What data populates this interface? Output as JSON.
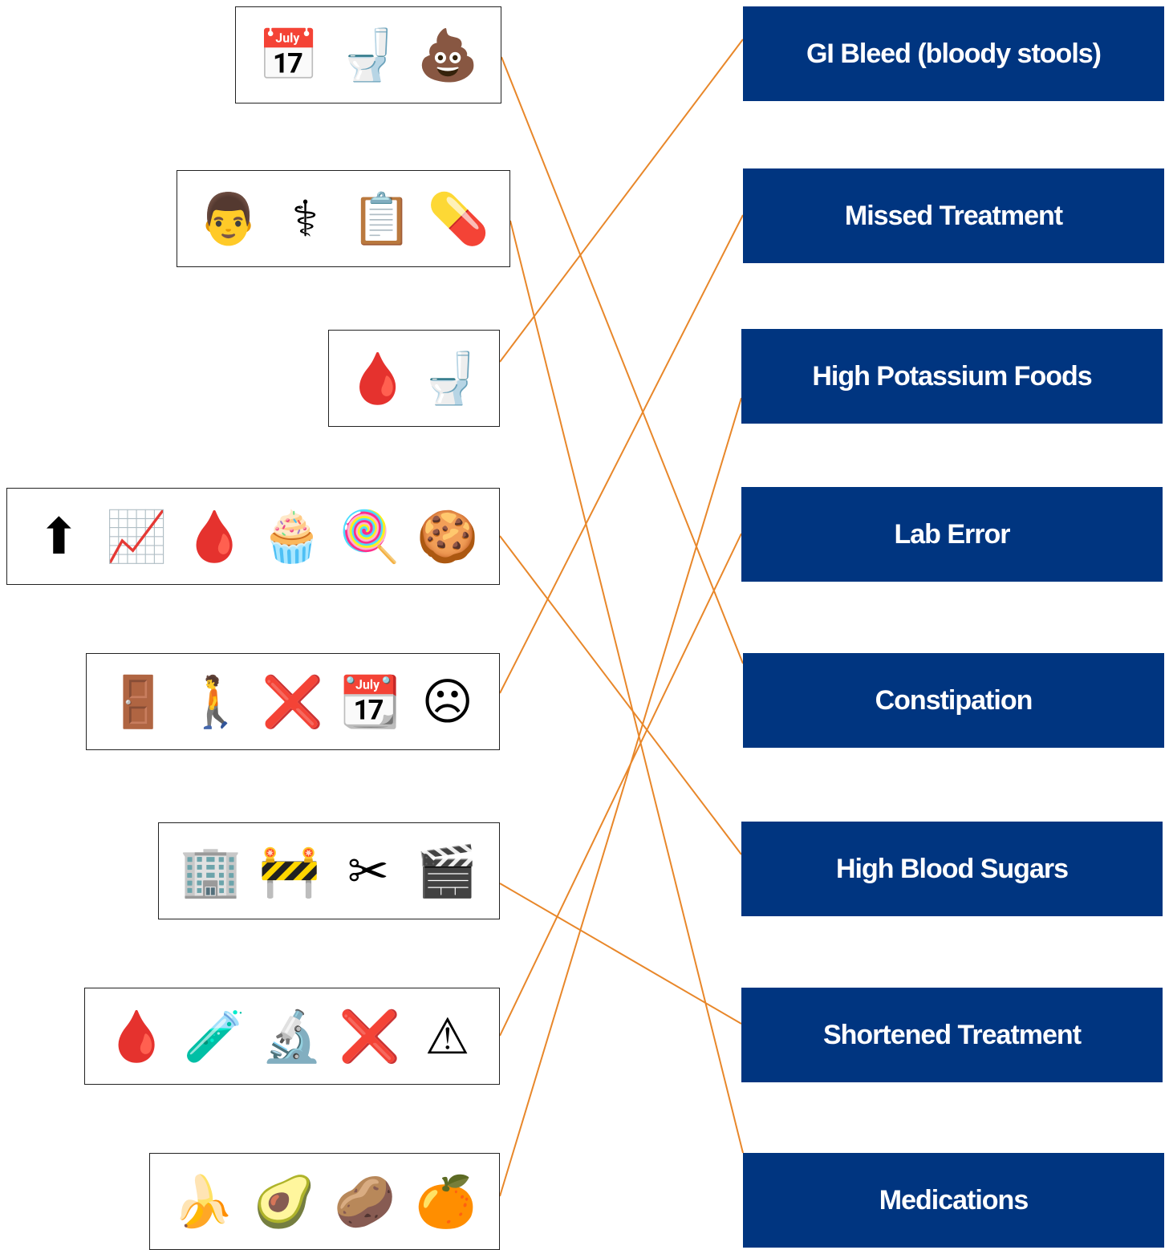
{
  "emoji_groups": [
    {
      "icons": [
        {
          "name": "calendar-icon",
          "glyph": "📅"
        },
        {
          "name": "toilet-icon",
          "glyph": "🚽"
        },
        {
          "name": "poop-icon",
          "glyph": "💩"
        }
      ]
    },
    {
      "icons": [
        {
          "name": "man-face-icon",
          "glyph": "👨"
        },
        {
          "name": "caduceus-icon",
          "glyph": "⚕"
        },
        {
          "name": "medical-clipboard-icon",
          "glyph": "📋"
        },
        {
          "name": "pill-icon",
          "glyph": "💊"
        }
      ]
    },
    {
      "icons": [
        {
          "name": "blood-drop-icon",
          "glyph": "🩸"
        },
        {
          "name": "toilet-icon",
          "glyph": "🚽"
        }
      ]
    },
    {
      "icons": [
        {
          "name": "up-arrow-icon",
          "glyph": "⬆"
        },
        {
          "name": "increasing-chart-icon",
          "glyph": "📈"
        },
        {
          "name": "blood-drop-icon",
          "glyph": "🩸"
        },
        {
          "name": "cupcake-icon",
          "glyph": "🧁"
        },
        {
          "name": "lollipop-icon",
          "glyph": "🍭"
        },
        {
          "name": "cookie-icon",
          "glyph": "🍪"
        }
      ]
    },
    {
      "icons": [
        {
          "name": "door-icon",
          "glyph": "🚪"
        },
        {
          "name": "walking-person-icon",
          "glyph": "🚶"
        },
        {
          "name": "cross-mark-icon",
          "glyph": "❌"
        },
        {
          "name": "calendar-cancel-icon",
          "glyph": "📆"
        },
        {
          "name": "sad-face-icon",
          "glyph": "☹"
        }
      ]
    },
    {
      "icons": [
        {
          "name": "building-icon",
          "glyph": "🏢"
        },
        {
          "name": "construction-barrier-icon",
          "glyph": "🚧"
        },
        {
          "name": "scissors-icon",
          "glyph": "✂"
        },
        {
          "name": "clapper-board-icon",
          "glyph": "🎬"
        }
      ]
    },
    {
      "icons": [
        {
          "name": "blood-drop-icon",
          "glyph": "🩸"
        },
        {
          "name": "test-tube-icon",
          "glyph": "🧪"
        },
        {
          "name": "microscope-icon",
          "glyph": "🔬"
        },
        {
          "name": "cross-mark-icon",
          "glyph": "❌"
        },
        {
          "name": "warning-icon",
          "glyph": "⚠"
        }
      ]
    },
    {
      "icons": [
        {
          "name": "banana-icon",
          "glyph": "🍌"
        },
        {
          "name": "avocado-icon",
          "glyph": "🥑"
        },
        {
          "name": "potato-icon",
          "glyph": "🥔"
        },
        {
          "name": "orange-icon",
          "glyph": "🍊"
        }
      ]
    }
  ],
  "labels": [
    "GI Bleed (bloody stools)",
    "Missed Treatment",
    "High Potassium Foods",
    "Lab Error",
    "Constipation",
    "High Blood Sugars",
    "Shortened Treatment",
    "Medications"
  ],
  "connections": [
    {
      "group": 0,
      "label": 4
    },
    {
      "group": 1,
      "label": 7
    },
    {
      "group": 2,
      "label": 0
    },
    {
      "group": 3,
      "label": 5
    },
    {
      "group": 4,
      "label": 1
    },
    {
      "group": 5,
      "label": 6
    },
    {
      "group": 6,
      "label": 3
    },
    {
      "group": 7,
      "label": 2
    }
  ],
  "colors": {
    "label_bg": "#003580",
    "label_text": "#ffffff",
    "line": "#e8872a",
    "box_border": "#222222"
  }
}
